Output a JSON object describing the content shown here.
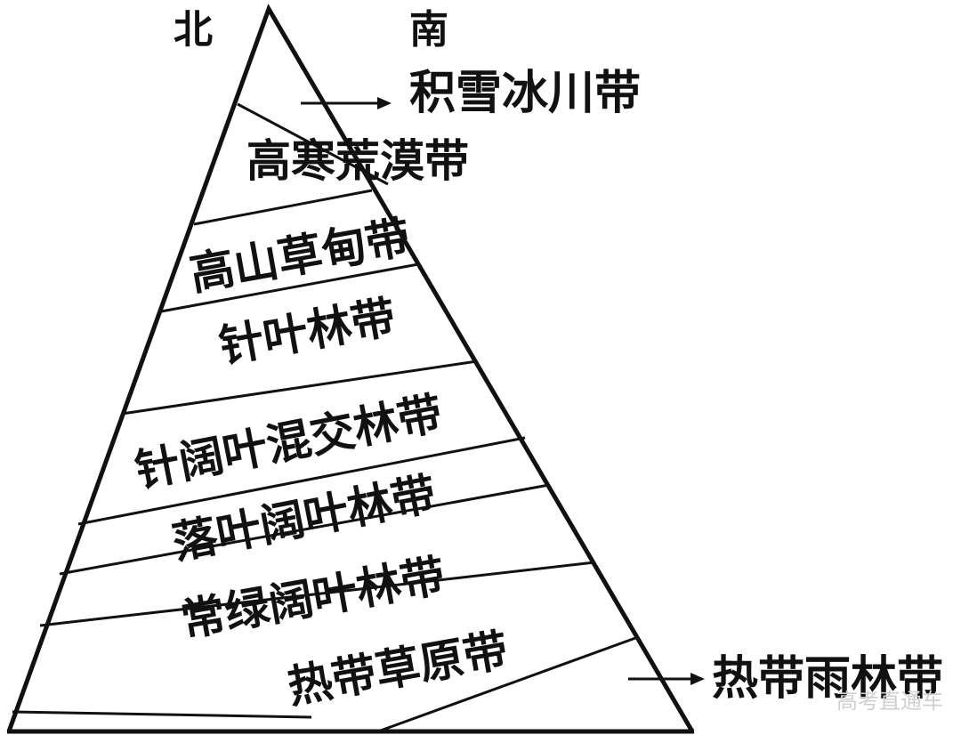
{
  "diagram": {
    "north_label": "北",
    "south_label": "南",
    "zones": [
      "积雪冰川带",
      "高寒荒漠带",
      "高山草甸带",
      "针叶林带",
      "针阔叶混交林带",
      "落叶阔叶林带",
      "常绿阔叶林带",
      "热带草原带",
      "热带雨林带"
    ],
    "watermark": "高考直通车",
    "colors": {
      "line": "#111111",
      "text": "#111111",
      "background": "#ffffff",
      "watermark": "#cfcfcf"
    }
  }
}
